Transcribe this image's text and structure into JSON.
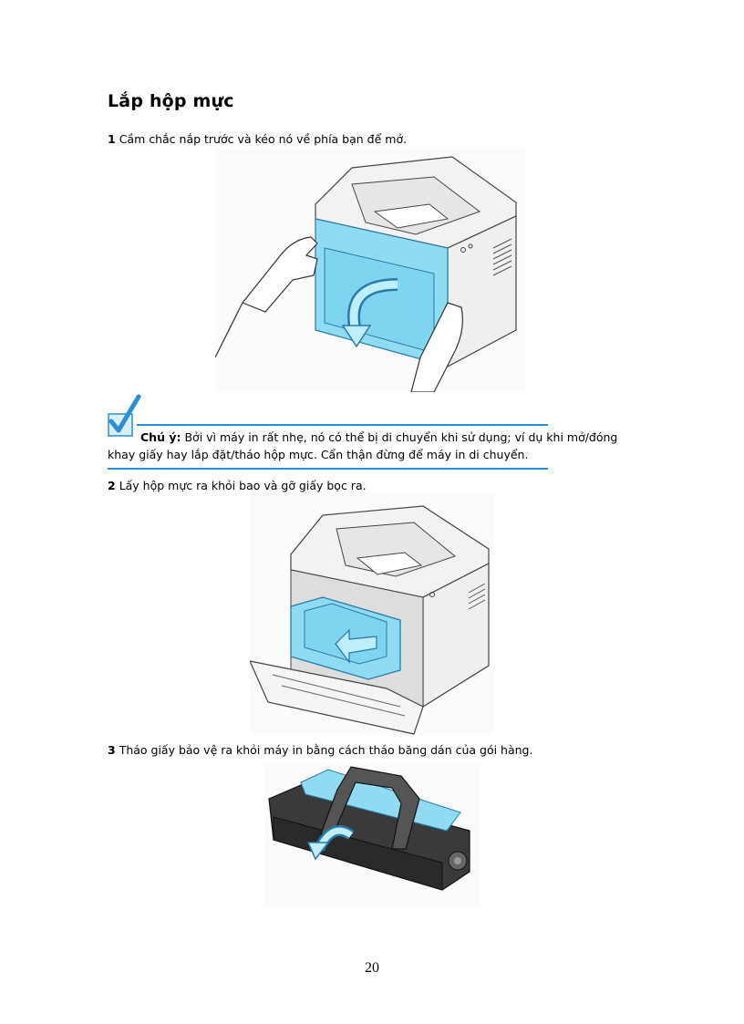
{
  "title": "Lắp hộp mực",
  "steps": [
    {
      "num": "1",
      "text": "Cầm chắc nắp trước và kéo nó về phía bạn để mở."
    },
    {
      "num": "2",
      "text": "Lấy hộp mực ra khỏi bao và gỡ giấy bọc ra."
    },
    {
      "num": "3",
      "text": "Tháo giấy bảo vệ ra khỏi máy in bằng cách tháo băng dán của gói hàng."
    }
  ],
  "note": {
    "label": "Chú ý:",
    "text": "Bởi vì máy in rất nhẹ, nó có thể bị di chuyển khi sử dụng; ví dụ khi mở/đóng khay giấy hay lắp đặt/tháo hộp mực. Cẩn thận đừng để máy in di chuyển."
  },
  "page_number": "20",
  "colors": {
    "accent": "#2b8fd6",
    "highlight": "#7fd4ef"
  },
  "icons": [
    "checkmark-note-icon"
  ]
}
